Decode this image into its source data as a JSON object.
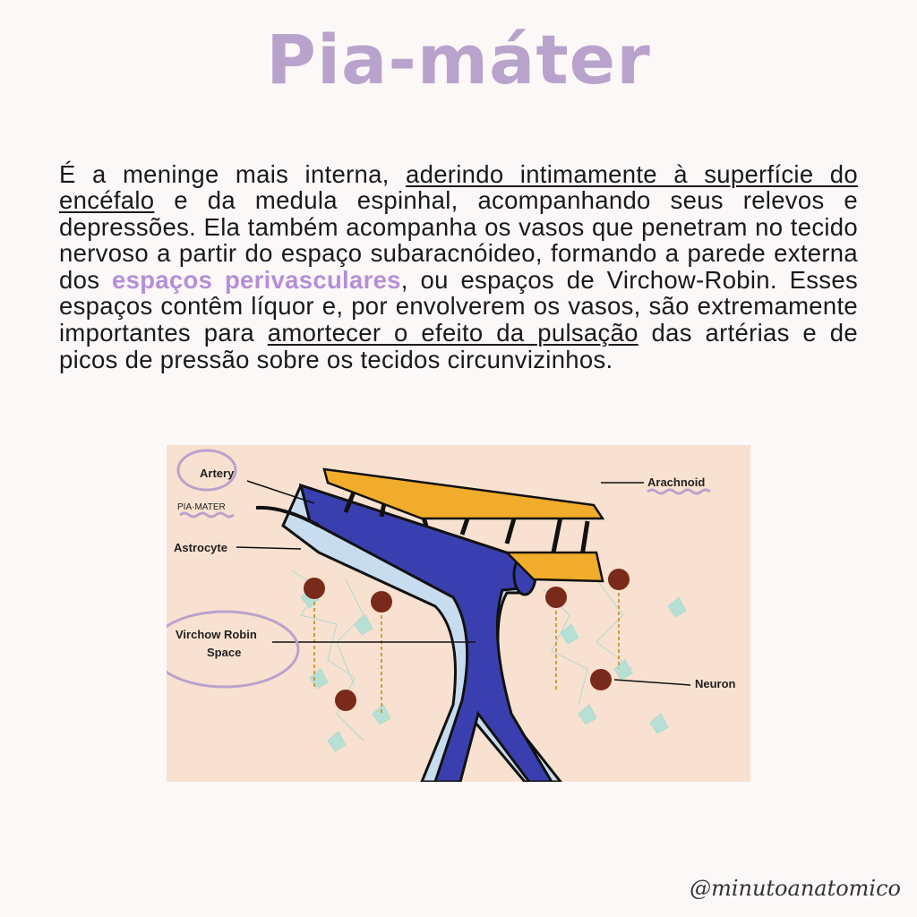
{
  "title": "Pia-máter",
  "paragraph": {
    "seg1": "É a meninge mais interna, ",
    "seg2_underlined": "aderindo intimamente à superfície do encéfalo",
    "seg3": " e da medula espinhal, acompanhando seus relevos e depressões. Ela também acompanha os vasos que penetram no tecido nervoso a partir do espaço subaracnóideo, formando a parede externa dos ",
    "seg4_highlight": "espaços perivasculares",
    "seg5": ", ou espaços de Virchow-Robin. Esses espaços contêm líquor e, por envolverem os vasos, são extremamente importantes para ",
    "seg6_underlined": "amortecer o efeito da pulsação",
    "seg7": " das artérias e de picos de pressão sobre os tecidos circunvizinhos."
  },
  "diagram": {
    "labels": {
      "artery": "Artery",
      "pia_mater": "PIA·MATER",
      "astrocyte": "Astrocyte",
      "virchow_line1": "Virchow Robin",
      "virchow_line2": "Space",
      "arachnoid": "Arachnoid",
      "neuron": "Neuron"
    }
  },
  "footer": {
    "handle": "@minutoanatomico"
  },
  "colors": {
    "accent": "#b9a3cc",
    "highlight": "#b58fd6",
    "vessel": "#3a3fb0",
    "arachnoid": "#f0ac2a",
    "neuron": "#7a2a1a"
  }
}
